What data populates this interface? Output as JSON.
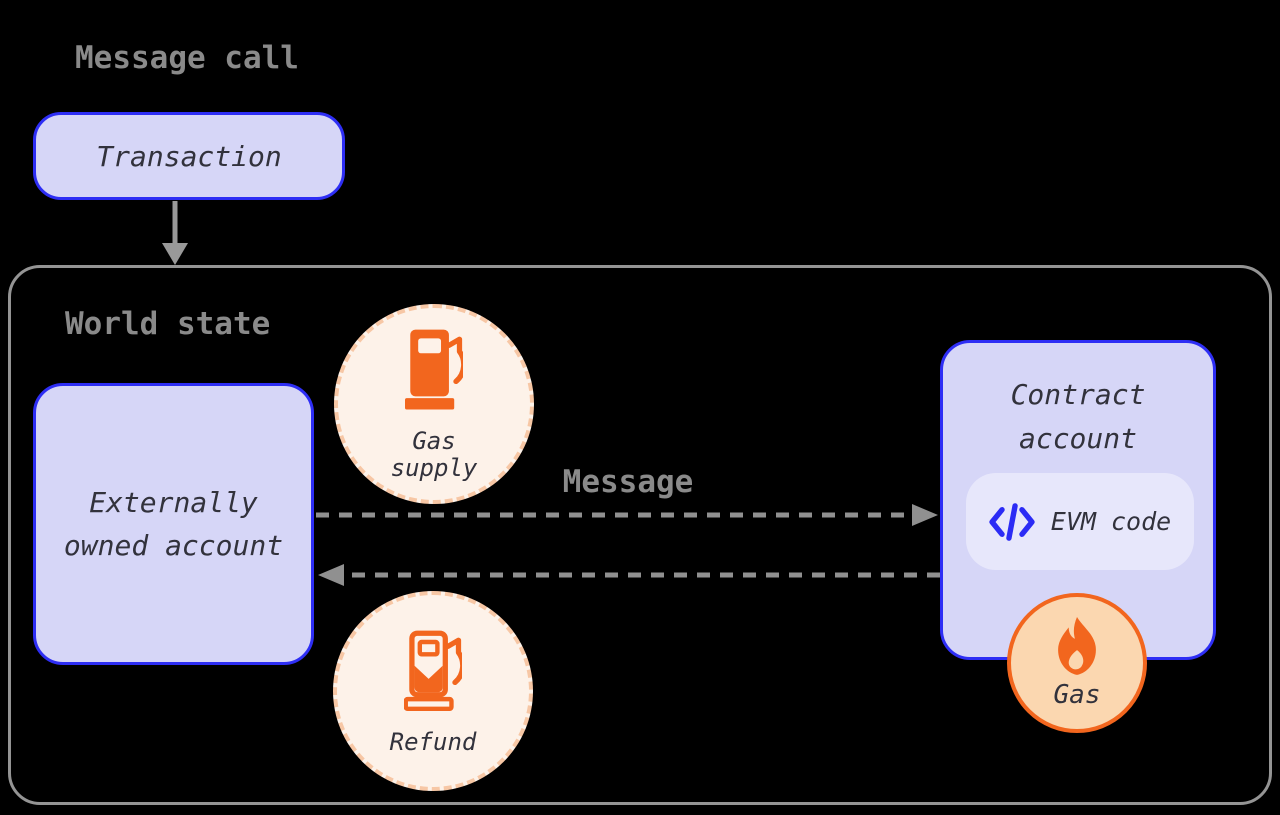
{
  "diagram": {
    "title": "Message call",
    "transaction": {
      "label": "Transaction"
    },
    "world_state": {
      "title": "World state"
    },
    "eoa": {
      "line1": "Externally",
      "line2": "owned account"
    },
    "gas_supply": {
      "line1": "Gas",
      "line2": "supply"
    },
    "refund": {
      "label": "Refund"
    },
    "message_arrow": {
      "label": "Message"
    },
    "contract": {
      "line1": "Contract",
      "line2": "account"
    },
    "evm_code": {
      "label": "EVM code"
    },
    "gas_badge": {
      "label": "Gas"
    }
  },
  "icons": {
    "gas_supply": "gas-pump-icon",
    "refund": "gas-pump-refund-icon",
    "evm_code": "code-icon",
    "gas_badge": "flame-icon",
    "transaction_flow": "arrow-down-icon",
    "message_out": "dashed-arrow-right-icon",
    "message_return": "dashed-arrow-left-icon"
  },
  "colors": {
    "background": "#000000",
    "node_fill": "#d6d6f7",
    "node_border": "#2e2ef5",
    "pill_fill": "#e7e7fb",
    "icon_blue": "#2b2bf5",
    "orange": "#f2661e",
    "circle_fill": "#fdf2e9",
    "circle_dash": "#f7c7a5",
    "gas_badge_fill": "#fbd7b0",
    "gray_text": "#8a8a8a",
    "container_border": "#949494",
    "arrow_gray": "#909090",
    "dark_text": "#32323c"
  }
}
